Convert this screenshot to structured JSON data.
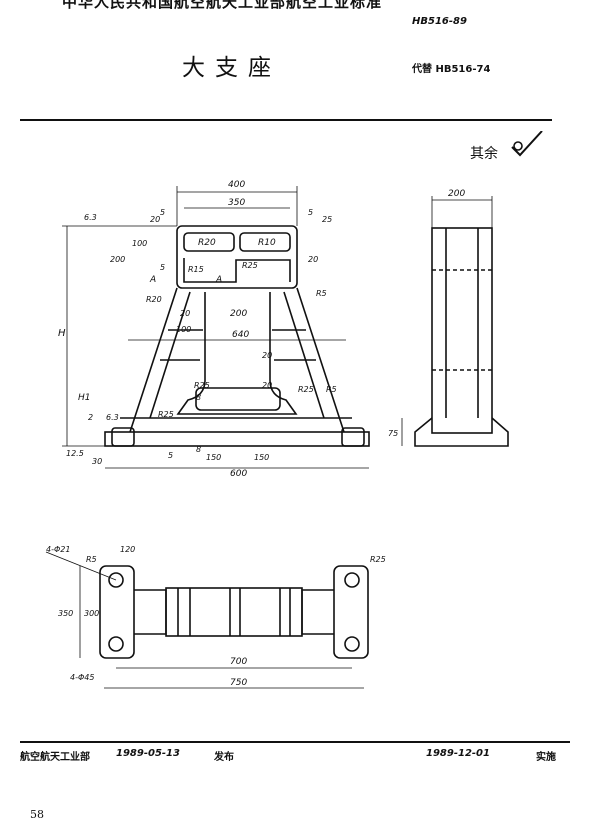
{
  "header": {
    "org_cut": "中华人民共和国航空航天工业部航空工业标准",
    "std_number": "HB516-89",
    "title": "大支座",
    "replaces": "代替 HB516-74"
  },
  "roughness": "其余",
  "dims": {
    "d400": "400",
    "d350": "350",
    "d5a": "5",
    "d20a": "20",
    "d5b": "5",
    "d25": "25",
    "d63a": "6.3",
    "d100": "100",
    "d200v": "200",
    "dR20": "R20",
    "dR10": "R10",
    "d5c": "5",
    "dR15": "R15",
    "dA1": "A",
    "dR25a": "R25",
    "dA2": "A",
    "d20b": "20",
    "dR5": "R5",
    "dR20b": "R20",
    "d20c": "20",
    "d200h": "200",
    "d100b": "100",
    "dH": "H",
    "d640": "640",
    "d20d": "20",
    "dH1": "H1",
    "dR25b": "R25",
    "d8a": "8",
    "d20e": "20",
    "dR25c": "R25",
    "dR5b": "R5",
    "d2": "2",
    "d63b": "6.3",
    "dR25d": "R25",
    "d125": "12.5",
    "d30": "30",
    "d5d": "5",
    "d8b": "8",
    "d150a": "150",
    "d150b": "150",
    "d600": "600",
    "side200": "200",
    "side75": "75",
    "p4phi21": "4-Φ21",
    "p120": "120",
    "pR5": "R5",
    "pR25": "R25",
    "p350": "350",
    "p300": "300",
    "p4phi45": "4-Φ45",
    "p700": "700",
    "p750": "750"
  },
  "footer": {
    "issuer": "航空航天工业部",
    "issue_date": "1989-05-13",
    "issue_word": "发布",
    "impl_date": "1989-12-01",
    "impl_word": "实施"
  },
  "page_number": "58"
}
